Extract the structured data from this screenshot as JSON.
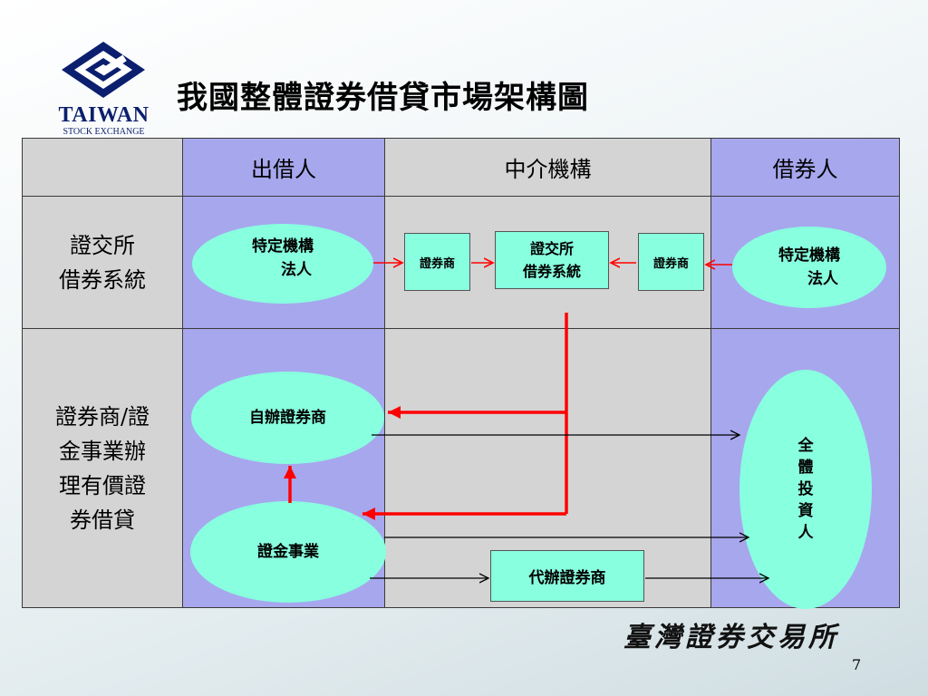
{
  "logo": {
    "name": "TAIWAN",
    "sub": "STOCK EXCHANGE"
  },
  "title": "我國整體證券借貸市場架構圖",
  "columns": {
    "lender": "出借人",
    "intermediary": "中介機構",
    "borrower": "借券人"
  },
  "rows": {
    "row1_line1": "證交所",
    "row1_line2": "借券系統",
    "row2_line1": "證券商/證",
    "row2_line2": "金事業辦",
    "row2_line3": "理有價證",
    "row2_line4": "券借貸"
  },
  "nodes": {
    "lender_institution_line1": "特定機構",
    "lender_institution_line2": "法人",
    "broker_left": "證券商",
    "exchange_system_line1": "證交所",
    "exchange_system_line2": "借券系統",
    "broker_right": "證券商",
    "borrower_institution_line1": "特定機構",
    "borrower_institution_line2": "法人",
    "self_broker": "自辦證券商",
    "securities_finance": "證金事業",
    "agent_broker": "代辦證券商",
    "all_investors": [
      "全",
      "體",
      "投",
      "資",
      "人"
    ]
  },
  "colors": {
    "node_fill": "#88ffdf",
    "purple_col": "#a7a7ee",
    "gray_col": "#d4d4d4",
    "arrow_red": "#ff0000",
    "logo_blue": "#0b1f6e"
  },
  "footer": {
    "brand": "臺灣證券交易所",
    "page": "7"
  }
}
